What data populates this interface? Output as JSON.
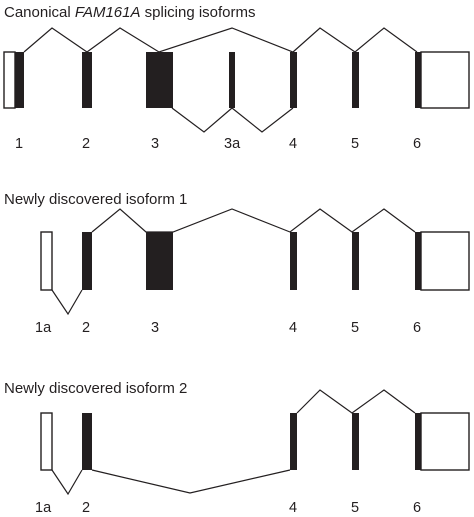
{
  "canonical": {
    "title_prefix": "Canonical ",
    "title_gene": "FAM161A",
    "title_suffix": " splicing isoforms",
    "exon_labels": [
      "1",
      "2",
      "3",
      "3a",
      "4",
      "5",
      "6"
    ]
  },
  "isoform1": {
    "title": "Newly discovered isoform 1",
    "exon_labels": [
      "1a",
      "2",
      "3",
      "4",
      "5",
      "6"
    ]
  },
  "isoform2": {
    "title": "Newly discovered isoform 2",
    "exon_labels": [
      "1a",
      "2",
      "4",
      "5",
      "6"
    ]
  },
  "colors": {
    "coding_exon": "#231f20",
    "noncoding_exon": "#ffffff",
    "line": "#231f20"
  }
}
